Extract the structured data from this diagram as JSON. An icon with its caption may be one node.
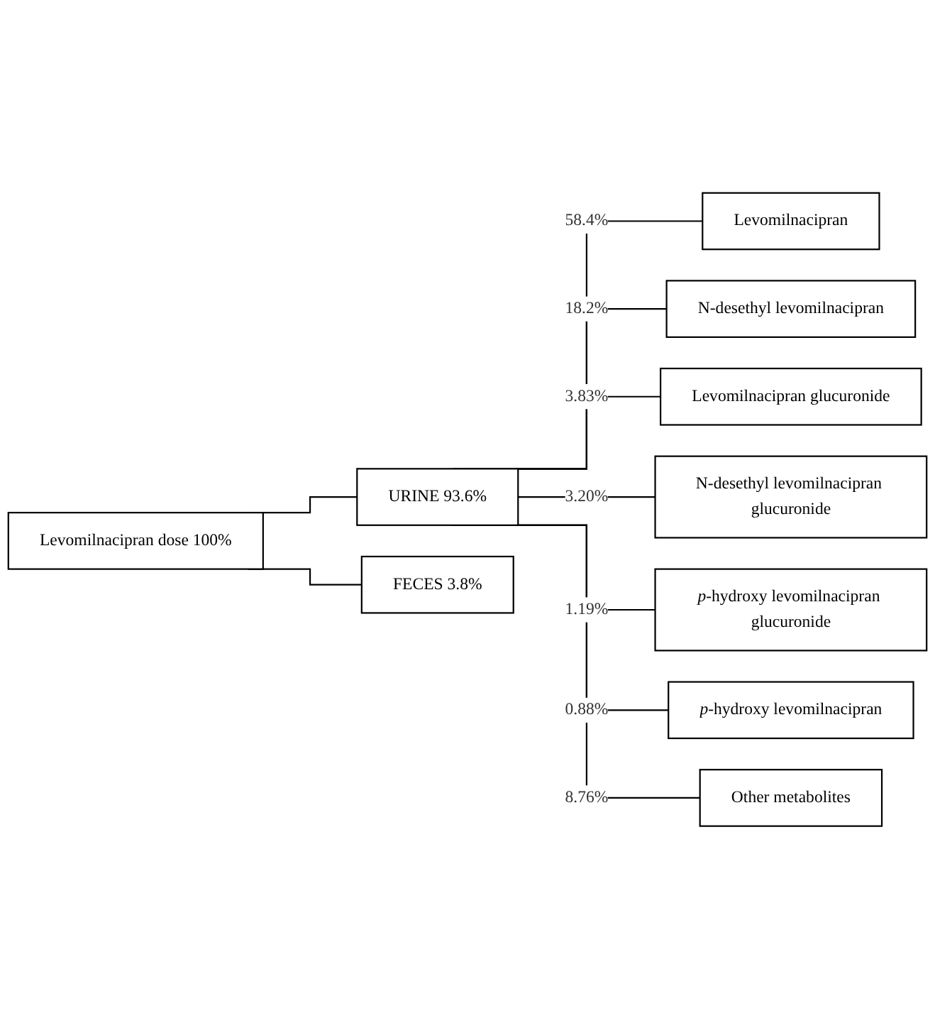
{
  "diagram": {
    "nodes": [
      {
        "text": [
          "Levomilnacipran dose 100%"
        ]
      },
      {
        "text": [
          "URINE 93.6%"
        ]
      },
      {
        "text": [
          "FECES 3.8%"
        ]
      },
      {
        "text": [
          "Levomilnacipran"
        ]
      },
      {
        "text": [
          "N-desethyl levomilnacipran"
        ]
      },
      {
        "text": [
          "Levomilnacipran glucuronide"
        ]
      },
      {
        "text": [
          "N-desethyl levomilnacipran glucuronide"
        ]
      },
      {
        "text": [
          "*p*-hydroxy levomilnacipran glucuronide"
        ]
      },
      {
        "text": [
          "*p*-hydroxy levomilnacipran"
        ]
      },
      {
        "text": [
          "Other metabolites"
        ]
      }
    ],
    "edges": [
      {
        "from": 0,
        "to": 1,
        "arrow": "none"
      },
      {
        "from": 0,
        "to": 2,
        "arrow": "none"
      },
      {
        "from": 1,
        "to": 3,
        "arrow": "none",
        "label": "58.4%"
      },
      {
        "from": 1,
        "to": 4,
        "arrow": "none",
        "label": "18.2%"
      },
      {
        "from": 1,
        "to": 5,
        "arrow": "none",
        "label": "3.83%"
      },
      {
        "from": 1,
        "to": 6,
        "arrow": "none",
        "label": "3.20%"
      },
      {
        "from": 1,
        "to": 7,
        "arrow": "none",
        "label": "1.19%"
      },
      {
        "from": 1,
        "to": 8,
        "arrow": "none",
        "label": "0.88%"
      },
      {
        "from": 1,
        "to": 9,
        "arrow": "none",
        "label": "8.76%"
      }
    ]
  }
}
